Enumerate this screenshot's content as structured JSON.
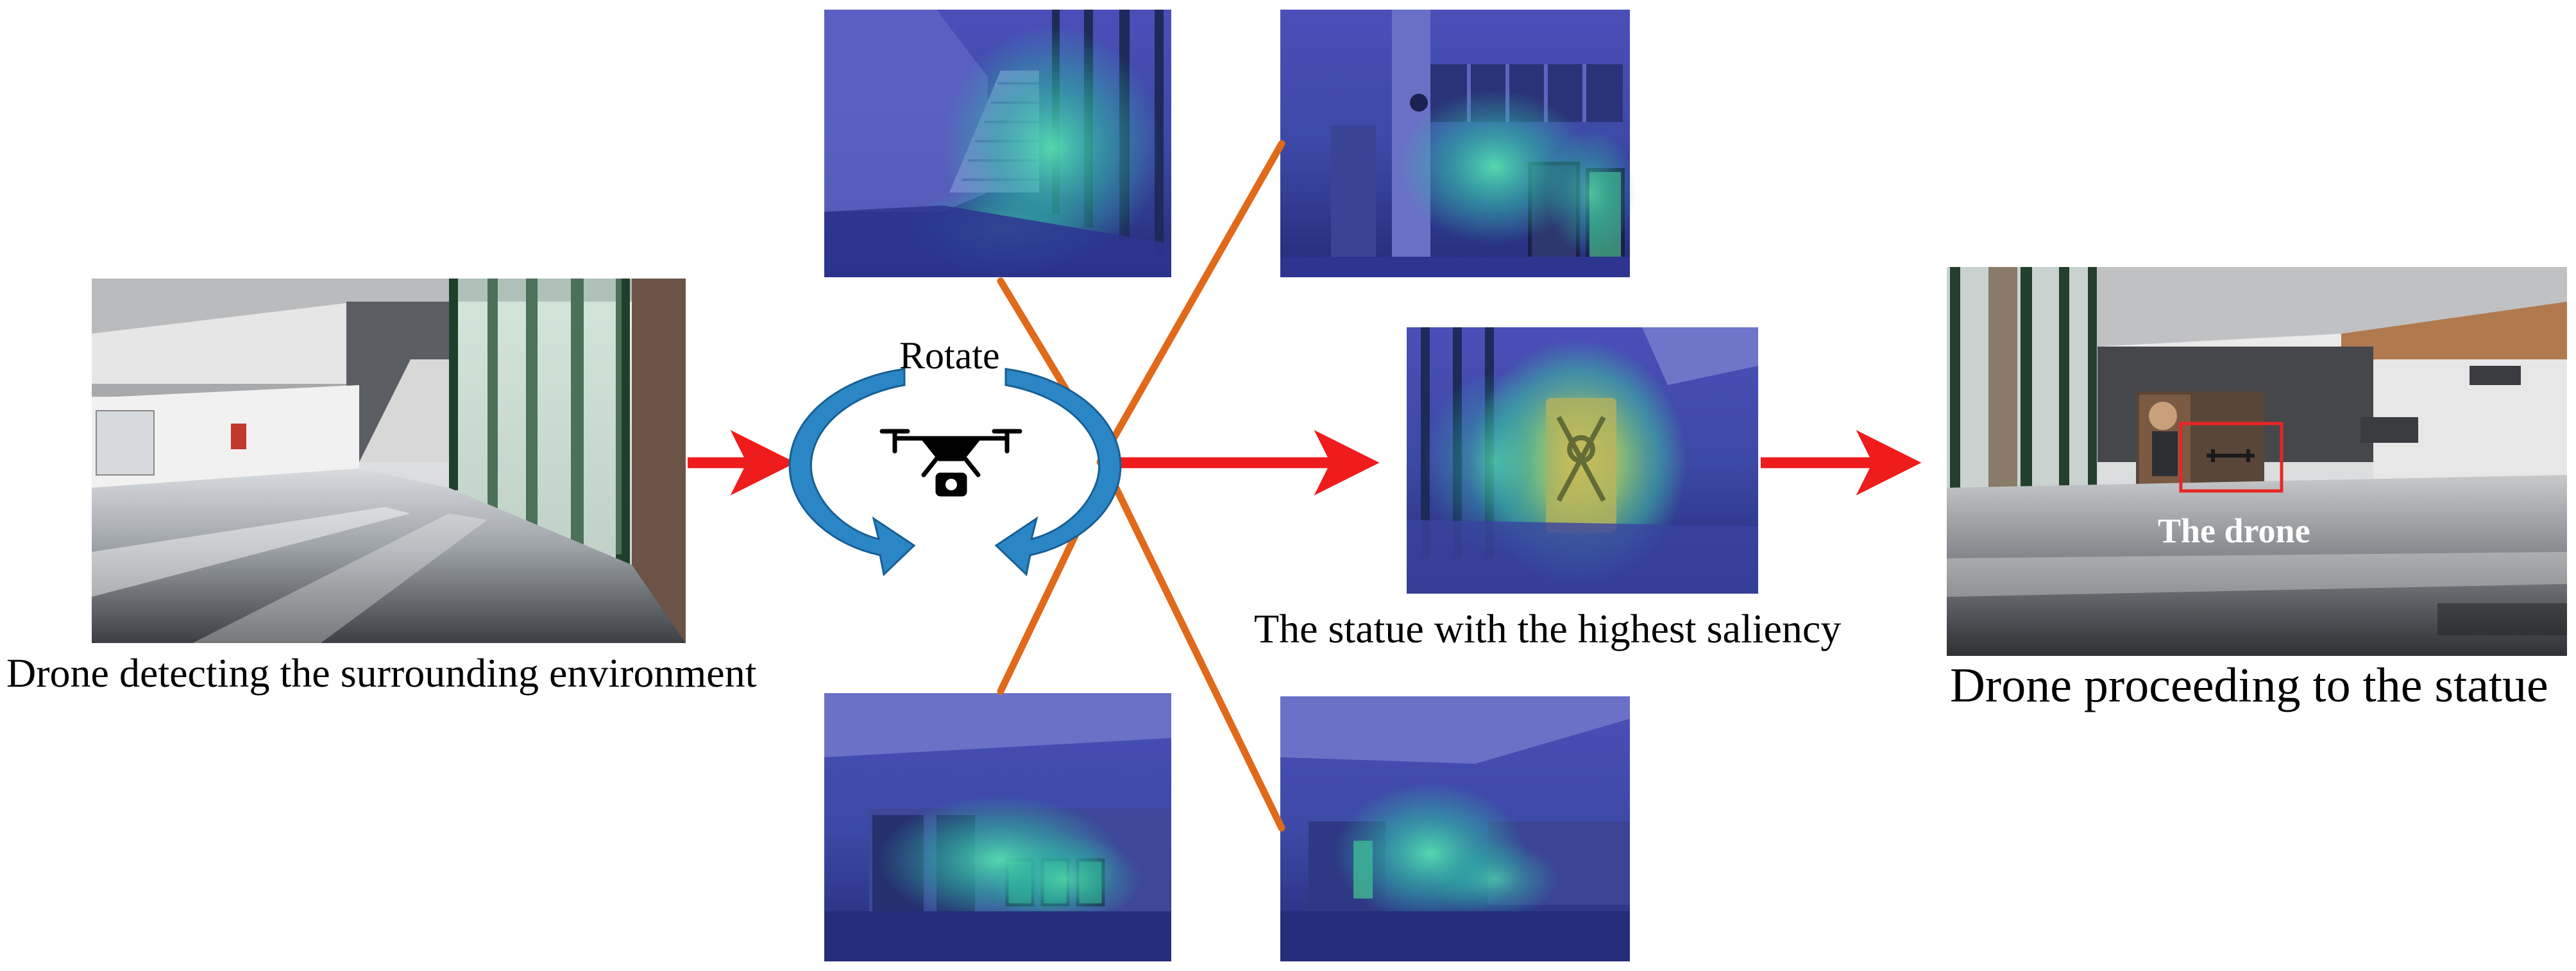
{
  "labels": {
    "left_caption": "Drone detecting the surrounding environment",
    "middle_caption": "The statue with the highest saliency",
    "right_caption": "Drone proceeding to the statue",
    "rotate": "Rotate",
    "drone_tag": "The drone"
  },
  "colors": {
    "arrow": "#ee1c1c",
    "spoke": "#e06a1a",
    "rotate_arrow": "#2b86c5",
    "heat_high": "#ffd84a",
    "heat_mid": "#3cc7a0",
    "heat_low": "#283c9e",
    "highlight_box": "#e82626"
  },
  "icons": {
    "drone": "quadcopter-with-camera-icon",
    "rotation": "circular-rotation-arrows-icon"
  }
}
